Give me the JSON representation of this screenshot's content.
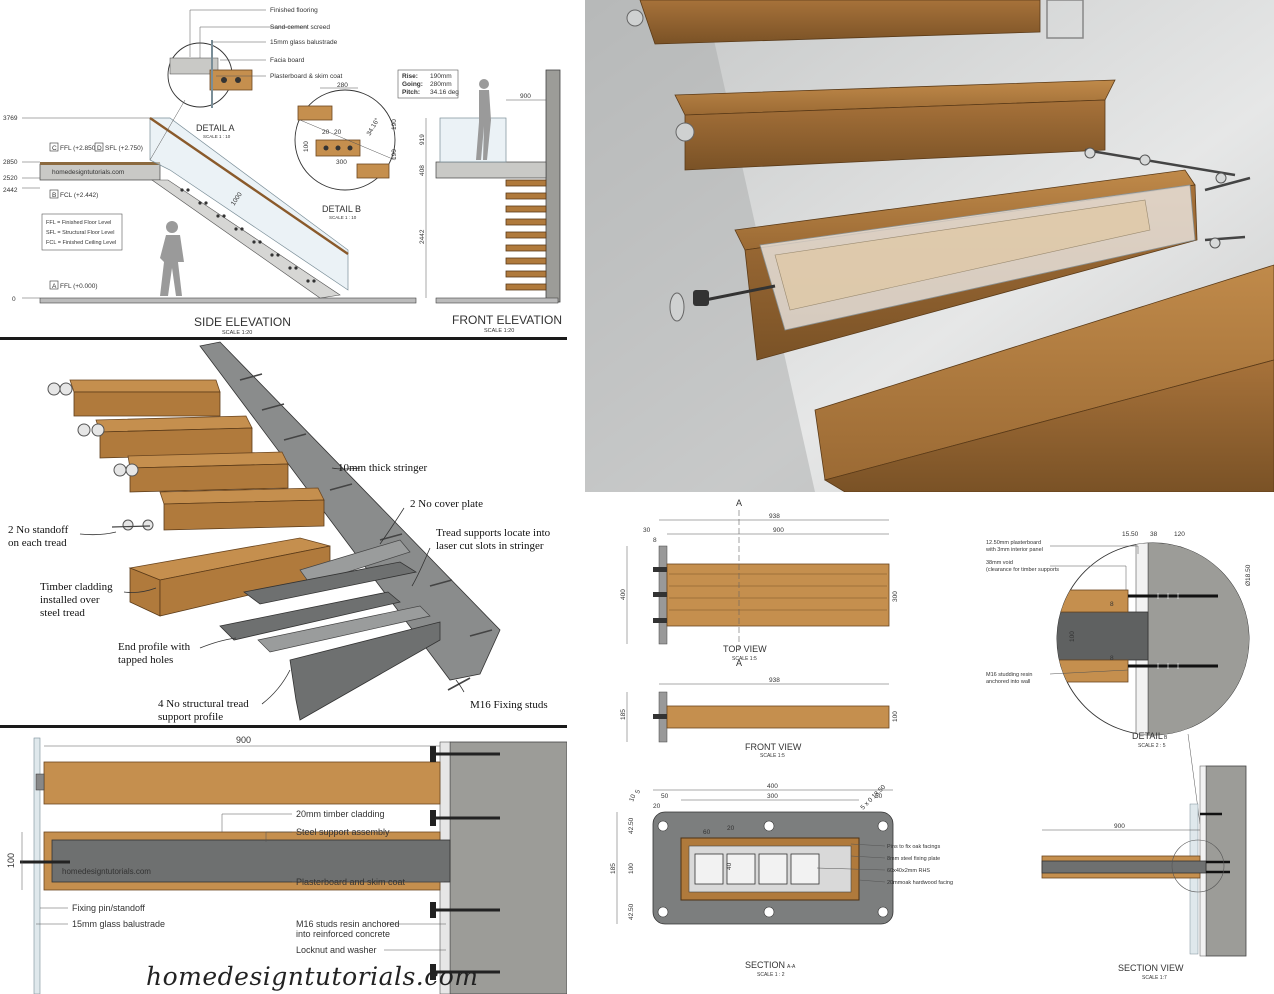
{
  "watermark": "homedesigntutorials.com",
  "panel_elevations": {
    "side_title": "SIDE ELEVATION",
    "side_scale": "SCALE 1:20",
    "front_title": "FRONT ELEVATION",
    "front_scale": "SCALE 1:20",
    "detail_a_title": "DETAIL A",
    "detail_a_scale": "SCALE 1 : 10",
    "detail_b_title": "DETAIL B",
    "detail_b_scale": "SCALE 1 : 10",
    "layers": [
      "Finished flooring",
      "Sand-cement screed",
      "15mm glass balustrade",
      "Facia board",
      "Plasterboard & skim coat"
    ],
    "spec": {
      "rise_label": "Rise:",
      "rise": "190mm",
      "going_label": "Going:",
      "going": "280mm",
      "pitch_label": "Pitch:",
      "pitch": "34.16 deg"
    },
    "levels": [
      "3769",
      "2850",
      "2520",
      "2442",
      "0"
    ],
    "level_tags": {
      "c": "C",
      "c_text": "FFL (+2.850)",
      "d": "D",
      "d_text": "SFL (+2.750)",
      "b": "B",
      "b_text": "FCL (+2.442)",
      "a": "A",
      "a_text": "FFL (+0.000)"
    },
    "legend": [
      "FFL = Finished Floor Level",
      "SFL = Structural Floor Level",
      "FCL = Finished Ceiling Level"
    ],
    "detail_b_dims": {
      "going": "280",
      "span": "300",
      "angle": "34.16°",
      "r1": "190",
      "r2": "190",
      "h": "100",
      "v1": "20",
      "v2": "20"
    },
    "stringer_dim": "1000",
    "front_dims": {
      "width": "900",
      "h1": "919",
      "h2": "408",
      "h3": "2442"
    },
    "side_watermark": "homedesigntutorials.com"
  },
  "panel_exploded": {
    "labels": {
      "stringer": "10mm thick stringer",
      "cover": "2 No cover plate",
      "slots": [
        "Tread supports locate into",
        "laser cut slots in stringer"
      ],
      "standoff": [
        "2 No standoff",
        "on each tread"
      ],
      "cladding": [
        "Timber cladding",
        "installed over",
        "steel tread"
      ],
      "end_profile": [
        "End profile with",
        "tapped holes"
      ],
      "support_profile": [
        "4 No structural tread",
        "support profile"
      ],
      "studs": "M16 Fixing studs"
    }
  },
  "panel_section_bottom": {
    "width_dim": "900",
    "height_dim": "100",
    "labels": {
      "cladding": "20mm timber cladding",
      "steel": "Steel support assembly",
      "plaster": "Plasterboard and skim coat",
      "studs": [
        "M16 studs resin anchored",
        "into reinforced concrete"
      ],
      "lock": "Locknut and washer",
      "pin": "Fixing pin/standoff",
      "glass": "15mm glass balustrade"
    },
    "watermark": "homedesigntutorials.com"
  },
  "panel_top_view": {
    "section_mark": "A",
    "section_mark_b": "A",
    "title": "TOP VIEW",
    "scale": "SCALE 1:5",
    "dims": {
      "overall": "938",
      "inner": "900",
      "d30": "30",
      "d8": "8",
      "left": "400",
      "right": "300"
    }
  },
  "panel_front_view": {
    "title": "FRONT VIEW",
    "scale": "SCALE 1:5",
    "dims": {
      "overall": "938",
      "left": "185",
      "right": "100"
    }
  },
  "panel_section_aa": {
    "title": "SECTION",
    "title_sub": "A-A",
    "scale": "SCALE 1 : 2",
    "dims": {
      "overall": "400",
      "inner": "300",
      "d50a": "50",
      "d50b": "50",
      "d20": "20",
      "d10": "10",
      "d5": "5",
      "d60": "60",
      "d20b": "20",
      "d40": "40",
      "h185": "185",
      "h100": "100",
      "h4250a": "42.50",
      "h4250b": "42.50",
      "hole": "5 x 0 18.50"
    },
    "labels": [
      "Pins to fix oak facings",
      "8mm steel fixing plate",
      "60x40x2mm RHS",
      "20mmoak hardwood facing"
    ]
  },
  "panel_detail_b": {
    "title": "DETAIL",
    "title_sub": "B",
    "scale": "SCALE 2 : 5",
    "labels": {
      "plaster": [
        "12.50mm plasterboard",
        "with 3mm interior panel"
      ],
      "void": [
        "38mm void",
        "(clearance for timber supports"
      ],
      "stud": [
        "M16 studding resin",
        "anchored into wall"
      ]
    },
    "dims": {
      "d1550": "15.50",
      "d38": "38",
      "d120": "120",
      "d1850": "Ø18.50",
      "h100": "100",
      "d8": "8",
      "d8b": "8"
    }
  },
  "panel_section_view": {
    "title": "SECTION VIEW",
    "scale": "SCALE 1:7",
    "dims": {
      "width": "900"
    }
  }
}
